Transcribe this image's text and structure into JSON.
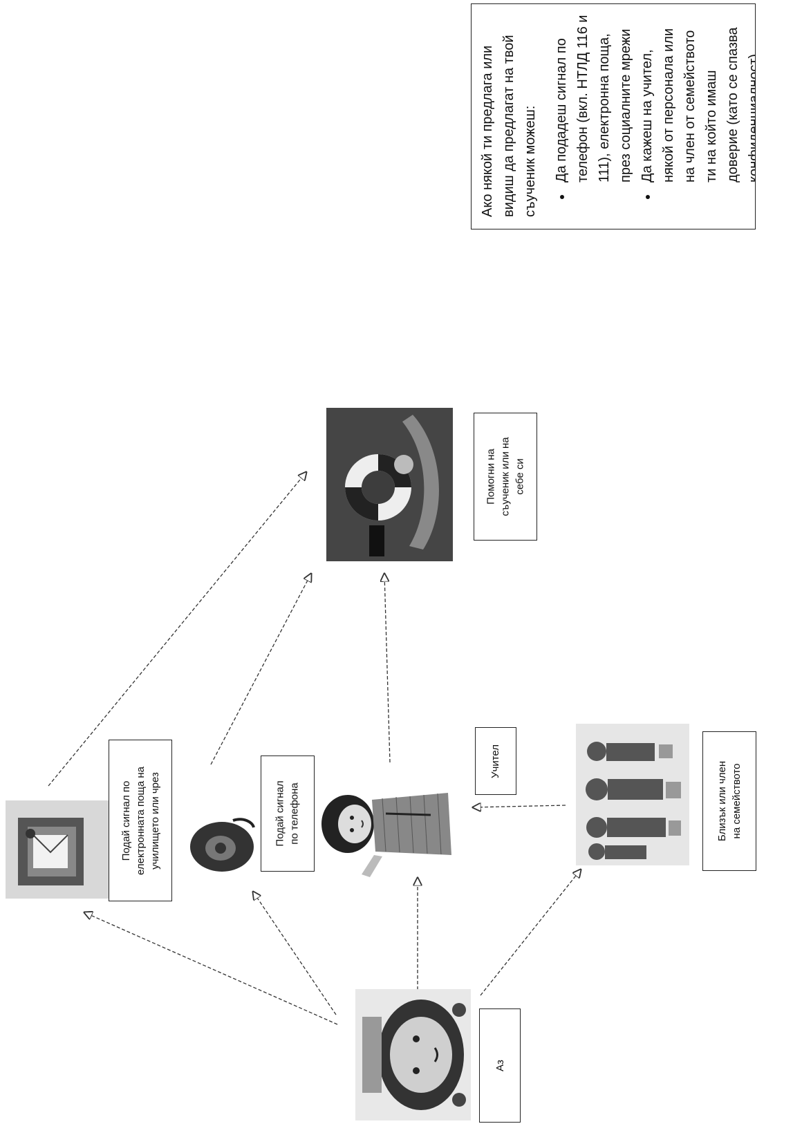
{
  "info_box": {
    "intro": "Ако някой ти предлага или видиш да предлагат на твой съученик можеш:",
    "bullets": [
      "Да подадеш сигнал по телефон (вкл. НТЛД 116 и 111), електронна поща, през социалните мрежи",
      "Да кажеш на учител, някой от персонала или на член от семейството ти на който имаш доверие (като се спазва конфиденциалност)"
    ]
  },
  "nodes": {
    "me": {
      "label": "Аз"
    },
    "email": {
      "label_lines": [
        "Подай сигнал по",
        "електронната поща на",
        "училището  или чрез"
      ]
    },
    "phone": {
      "label_lines": [
        "Подай сигнал",
        "по телефона"
      ]
    },
    "teacher": {
      "label": "Учител"
    },
    "family": {
      "label_lines": [
        "Близък или член",
        "на семейството"
      ]
    },
    "help": {
      "label_lines": [
        "Помогни на",
        "съученик или на",
        "себе си"
      ]
    }
  },
  "icons": {
    "me": "girl-icon",
    "email": "email-envelope-icon",
    "phone": "telephone-icon",
    "teacher": "teacher-icon",
    "family": "family-icon",
    "help": "lifebuoy-icon"
  },
  "colors": {
    "line": "#333333",
    "box_border": "#222222",
    "help_bg": "#3d3d3d"
  }
}
